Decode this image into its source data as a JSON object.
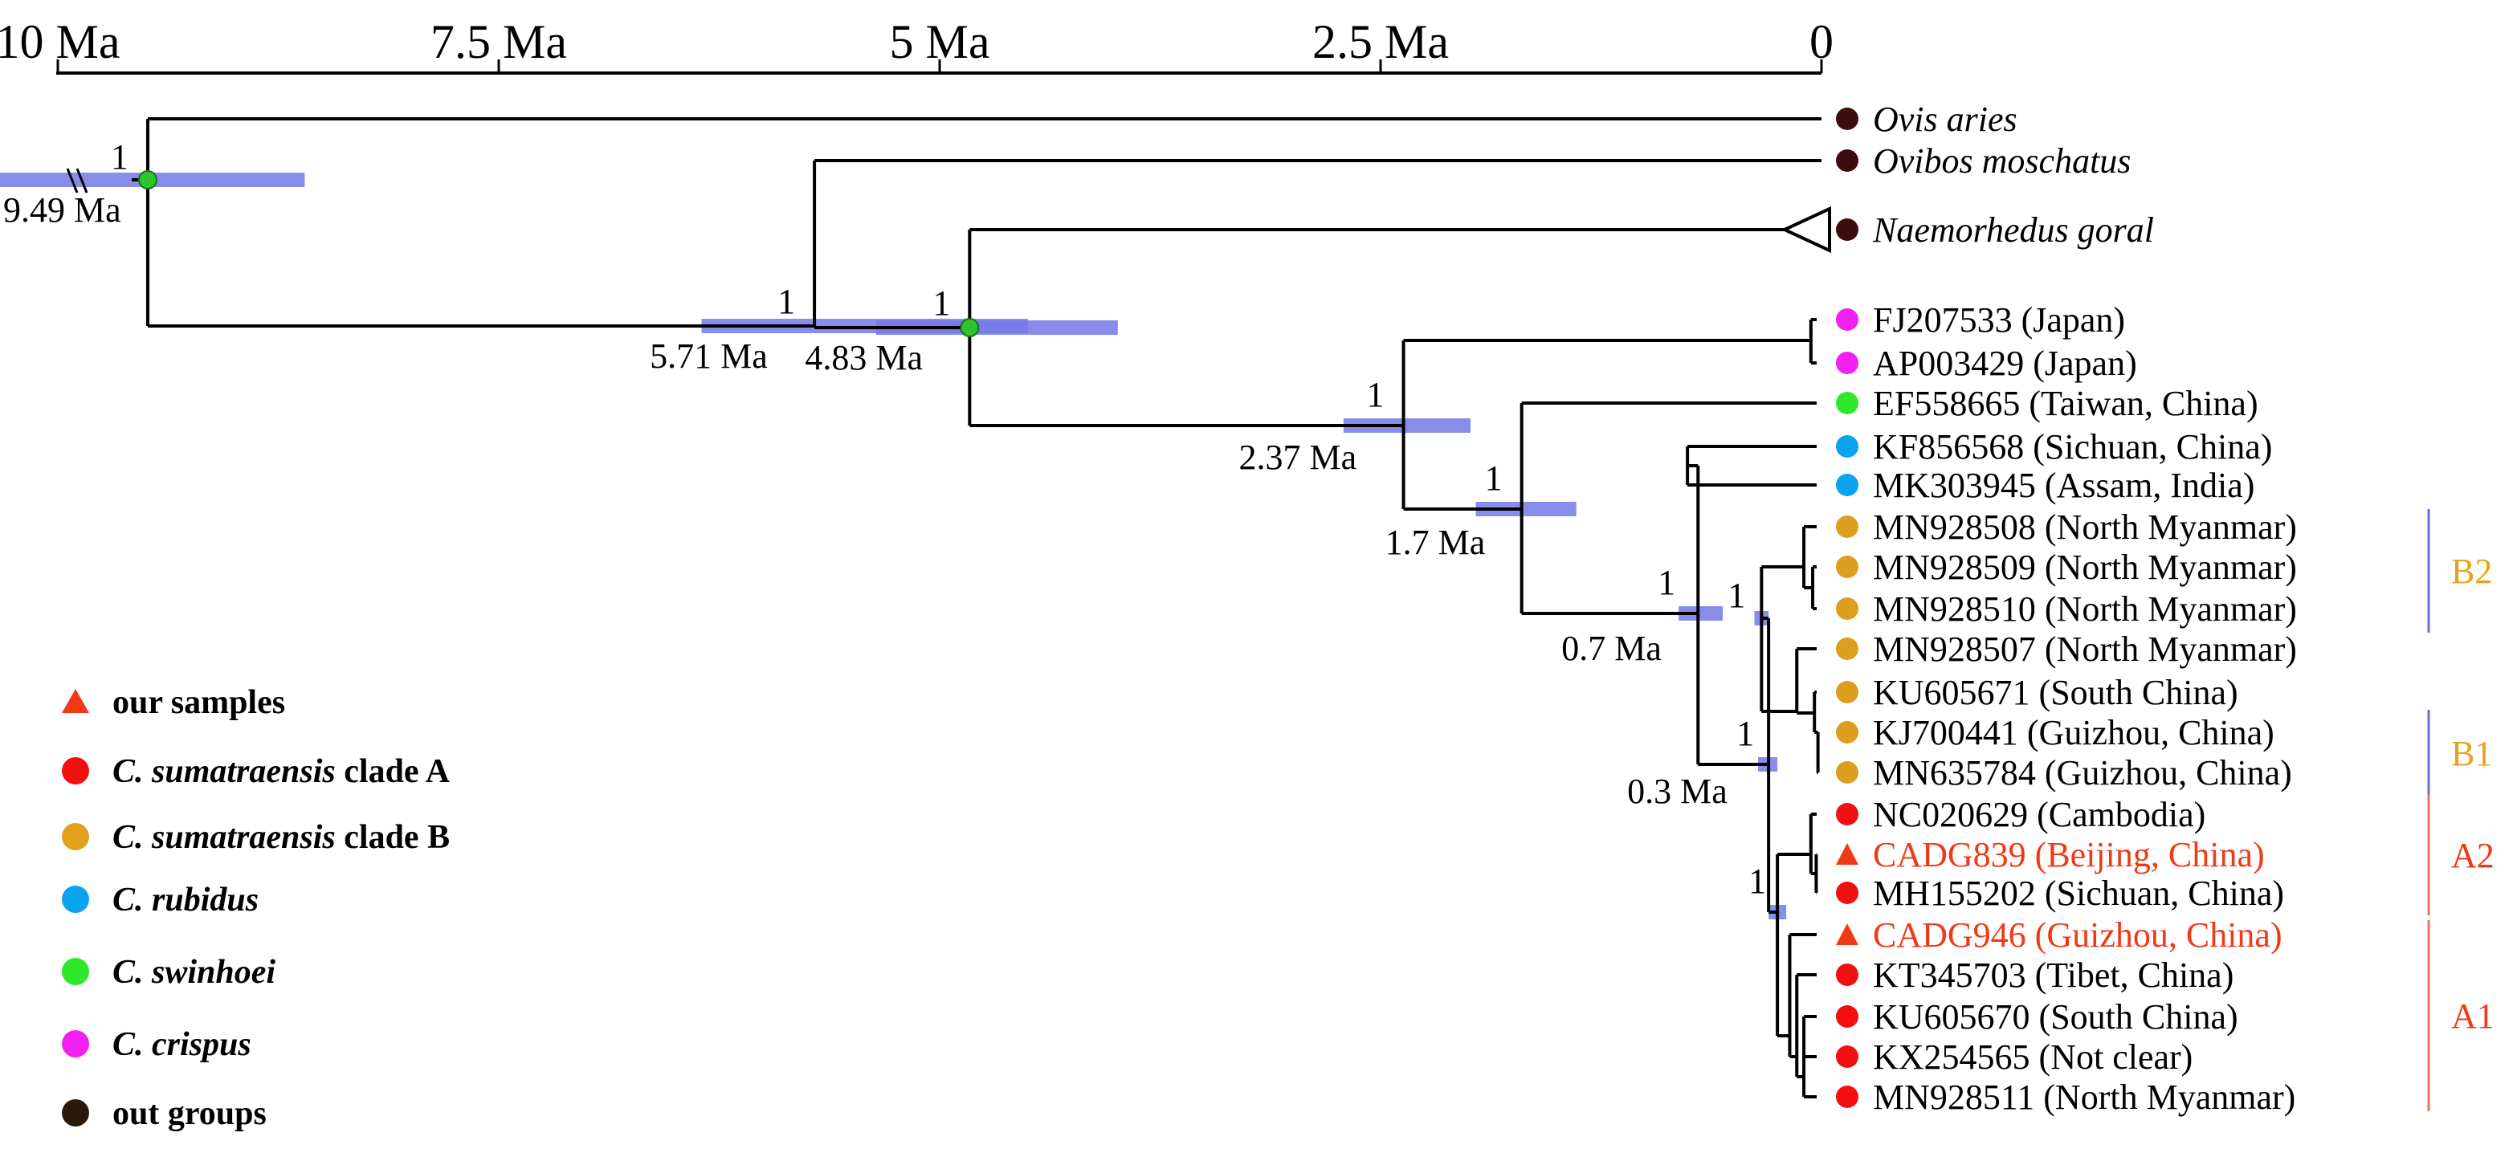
{
  "axis": {
    "ticks": [
      {
        "value": 10,
        "label": "10 Ma"
      },
      {
        "value": 7.5,
        "label": "7.5 Ma"
      },
      {
        "value": 5,
        "label": "5 Ma"
      },
      {
        "value": 2.5,
        "label": "2.5 Ma"
      },
      {
        "value": 0,
        "label": "0"
      }
    ]
  },
  "nodes": [
    {
      "id": "root",
      "age": 9.49,
      "age_label": "9.49 Ma",
      "support": "1",
      "hpd": [
        8.6,
        10.4
      ],
      "calibrated": true
    },
    {
      "id": "n2",
      "age": 5.71,
      "age_label": "5.71 Ma",
      "support": "1",
      "hpd": [
        4.5,
        6.35
      ]
    },
    {
      "id": "n3",
      "age": 4.83,
      "age_label": "4.83 Ma",
      "support": "1",
      "hpd": [
        3.99,
        5.36
      ],
      "calibrated": true
    },
    {
      "id": "n4",
      "age": 2.37,
      "age_label": "2.37 Ma",
      "support": "1",
      "hpd": [
        1.99,
        2.71
      ]
    },
    {
      "id": "n5",
      "age": 1.7,
      "age_label": "1.7 Ma",
      "support": "1",
      "hpd": [
        1.39,
        1.96
      ]
    },
    {
      "id": "n6",
      "age": 0.7,
      "age_label": "0.7 Ma",
      "support": "1",
      "hpd": [
        0.56,
        0.81
      ]
    },
    {
      "id": "n7",
      "age": 0.3,
      "age_label": "0.3 Ma",
      "support": "1",
      "hpd": [
        0.25,
        0.36
      ]
    },
    {
      "id": "n8",
      "age": 0.34,
      "age_label": "",
      "support": "1",
      "hpd": [
        0.3,
        0.38
      ]
    },
    {
      "id": "n9",
      "age": 0.25,
      "age_label": "",
      "support": "1",
      "hpd": [
        0.2,
        0.3
      ]
    }
  ],
  "tips": [
    {
      "label": "Ovis aries",
      "italic": true,
      "category": "out"
    },
    {
      "label": "Ovibos moschatus",
      "italic": true,
      "category": "out"
    },
    {
      "label": "Naemorhedus goral",
      "italic": true,
      "category": "out",
      "collapsed": true
    },
    {
      "label": "FJ207533 (Japan)",
      "category": "crispus"
    },
    {
      "label": "AP003429 (Japan)",
      "category": "crispus"
    },
    {
      "label": "EF558665 (Taiwan, China)",
      "category": "swinhoei"
    },
    {
      "label": "KF856568 (Sichuan, China)",
      "category": "rubidus"
    },
    {
      "label": "MK303945 (Assam, India)",
      "category": "rubidus"
    },
    {
      "label": "MN928508 (North Myanmar)",
      "category": "B"
    },
    {
      "label": "MN928509 (North Myanmar)",
      "category": "B"
    },
    {
      "label": "MN928510 (North Myanmar)",
      "category": "B"
    },
    {
      "label": "MN928507 (North Myanmar)",
      "category": "B"
    },
    {
      "label": "KU605671 (South China)",
      "category": "B"
    },
    {
      "label": "KJ700441 (Guizhou, China)",
      "category": "B"
    },
    {
      "label": "MN635784 (Guizhou, China)",
      "category": "B"
    },
    {
      "label": "NC020629 (Cambodia)",
      "category": "A"
    },
    {
      "label": "CADG839 (Beijing, China)",
      "category": "ours",
      "highlight": true
    },
    {
      "label": "MH155202 (Sichuan, China)",
      "category": "A"
    },
    {
      "label": "CADG946 (Guizhou, China)",
      "category": "ours",
      "highlight": true
    },
    {
      "label": "KT345703 (Tibet, China)",
      "category": "A"
    },
    {
      "label": "KU605670 (South China)",
      "category": "A"
    },
    {
      "label": "KX254565 (Not clear)",
      "category": "A"
    },
    {
      "label": "MN928511 (North Myanmar)",
      "category": "A"
    }
  ],
  "clades": [
    {
      "label": "B2",
      "color": "#e8a21a",
      "bar_color": "#6b6fd6"
    },
    {
      "label": "B1",
      "color": "#e8a21a",
      "bar_color": "#6b6fd6"
    },
    {
      "label": "A2",
      "color": "#f03a17",
      "bar_color": "#f0705a"
    },
    {
      "label": "A1",
      "color": "#f03a17",
      "bar_color": "#f0705a"
    }
  ],
  "legend": [
    {
      "symbol": "triangle",
      "color": "#f03a17",
      "italic_part": "",
      "plain_part": "our samples"
    },
    {
      "symbol": "circle",
      "color": "#f20f0f",
      "italic_part": "C. sumatraensis",
      "plain_part": " clade A"
    },
    {
      "symbol": "circle",
      "color": "#e3a11b",
      "italic_part": "C. sumatraensis",
      "plain_part": " clade B"
    },
    {
      "symbol": "circle",
      "color": "#0aa3ef",
      "italic_part": "C. rubidus",
      "plain_part": ""
    },
    {
      "symbol": "circle",
      "color": "#2ee82a",
      "italic_part": "C. swinhoei",
      "plain_part": ""
    },
    {
      "symbol": "circle",
      "color": "#f020f0",
      "italic_part": "C. crispus",
      "plain_part": ""
    },
    {
      "symbol": "circle",
      "color": "#2b1a0c",
      "italic_part": "",
      "plain_part": "out groups"
    }
  ],
  "colors": {
    "out": "#3b0d0d",
    "crispus": "#f020f0",
    "swinhoei": "#2ee82a",
    "rubidus": "#0aa3ef",
    "B": "#dd9e1f",
    "A": "#f20f0f",
    "ours": "#f03a17",
    "hpd": "#7479e6",
    "calib_node": "#2ec42e",
    "branch": "#000000",
    "highlight_text": "#f03a17"
  }
}
